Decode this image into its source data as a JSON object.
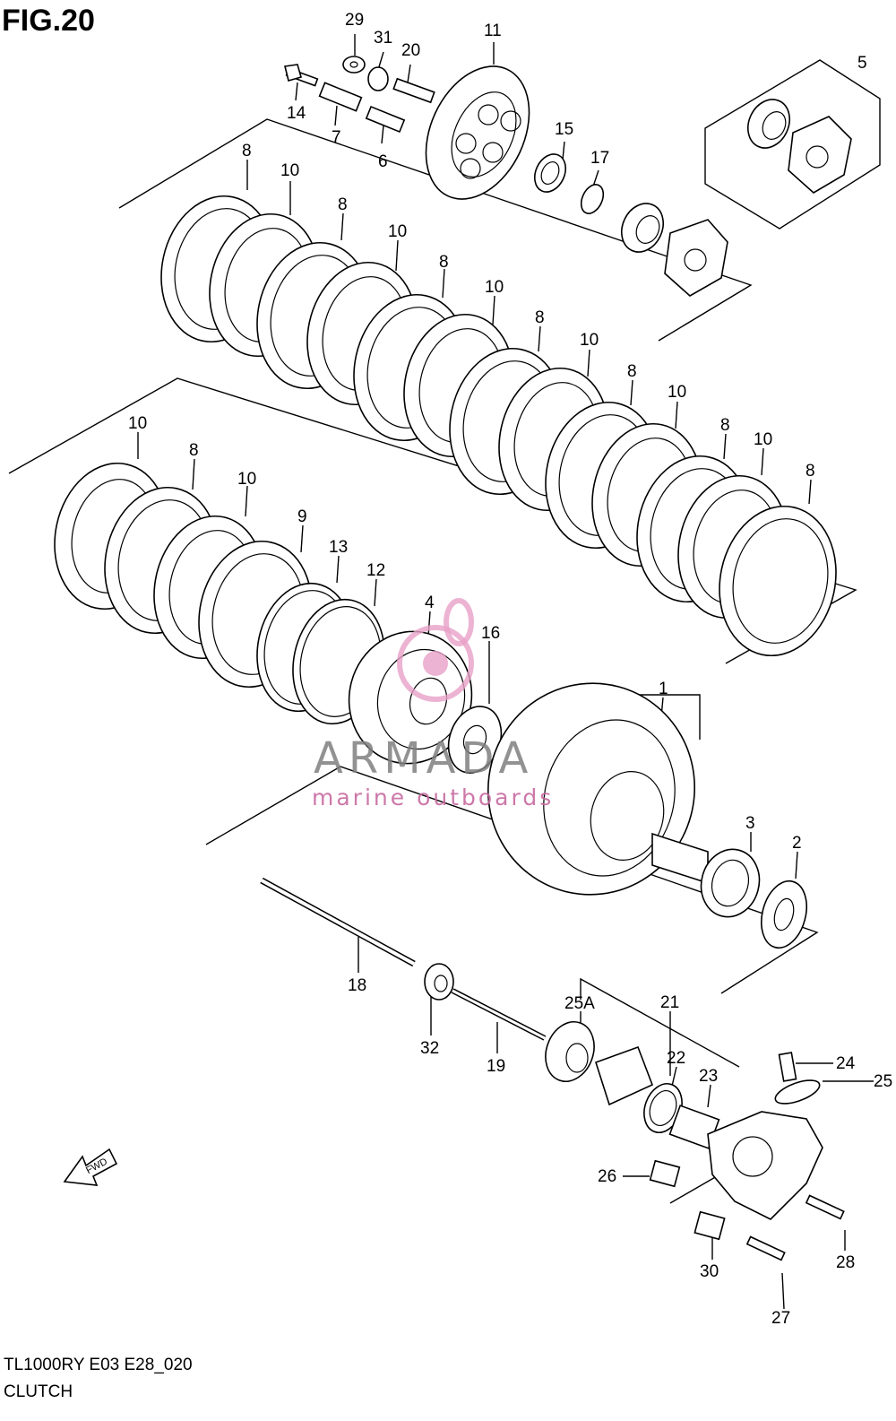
{
  "header": {
    "figure_title": "FIG.20"
  },
  "footer": {
    "model_code": "TL1000RY E03 E28_020",
    "section_name": "CLUTCH"
  },
  "watermark": {
    "brand": "ARMADA",
    "tagline": "marine outboards",
    "accent_color": "#e8a0c8"
  },
  "direction_arrow": {
    "label": "FWD",
    "icon": "fwd-arrow-icon"
  },
  "callouts": [
    {
      "id": "c29",
      "label": "29"
    },
    {
      "id": "c31",
      "label": "31"
    },
    {
      "id": "c20",
      "label": "20"
    },
    {
      "id": "c11",
      "label": "11"
    },
    {
      "id": "c5",
      "label": "5"
    },
    {
      "id": "c14",
      "label": "14"
    },
    {
      "id": "c7",
      "label": "7"
    },
    {
      "id": "c6",
      "label": "6"
    },
    {
      "id": "c15",
      "label": "15"
    },
    {
      "id": "c17",
      "label": "17"
    },
    {
      "id": "c8a",
      "label": "8"
    },
    {
      "id": "c10a",
      "label": "10"
    },
    {
      "id": "c8b",
      "label": "8"
    },
    {
      "id": "c10b",
      "label": "10"
    },
    {
      "id": "c8c",
      "label": "8"
    },
    {
      "id": "c10c",
      "label": "10"
    },
    {
      "id": "c8d",
      "label": "8"
    },
    {
      "id": "c10d",
      "label": "10"
    },
    {
      "id": "c8e",
      "label": "8"
    },
    {
      "id": "c10e",
      "label": "10"
    },
    {
      "id": "c8f",
      "label": "8"
    },
    {
      "id": "c10f",
      "label": "10"
    },
    {
      "id": "c8g",
      "label": "8"
    },
    {
      "id": "c10g",
      "label": "10"
    },
    {
      "id": "c8h",
      "label": "8"
    },
    {
      "id": "c10h",
      "label": "10"
    },
    {
      "id": "c9",
      "label": "9"
    },
    {
      "id": "c13",
      "label": "13"
    },
    {
      "id": "c12",
      "label": "12"
    },
    {
      "id": "c4",
      "label": "4"
    },
    {
      "id": "c16",
      "label": "16"
    },
    {
      "id": "c1",
      "label": "1"
    },
    {
      "id": "c3",
      "label": "3"
    },
    {
      "id": "c2",
      "label": "2"
    },
    {
      "id": "c18",
      "label": "18"
    },
    {
      "id": "c32",
      "label": "32"
    },
    {
      "id": "c19",
      "label": "19"
    },
    {
      "id": "c25A",
      "label": "25A"
    },
    {
      "id": "c21",
      "label": "21"
    },
    {
      "id": "c22",
      "label": "22"
    },
    {
      "id": "c23",
      "label": "23"
    },
    {
      "id": "c24",
      "label": "24"
    },
    {
      "id": "c25",
      "label": "25"
    },
    {
      "id": "c26",
      "label": "26"
    },
    {
      "id": "c30",
      "label": "30"
    },
    {
      "id": "c28",
      "label": "28"
    },
    {
      "id": "c27",
      "label": "27"
    }
  ]
}
